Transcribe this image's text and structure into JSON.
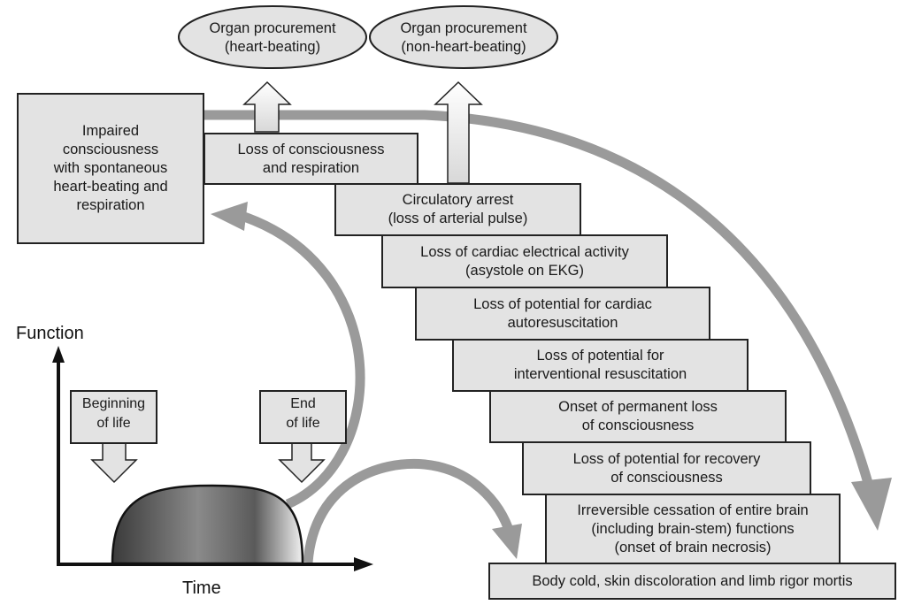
{
  "diagram": {
    "organ_procurement": [
      {
        "label": "Organ procurement\n(heart-beating)"
      },
      {
        "label": "Organ procurement\n(non-heart-beating)"
      }
    ],
    "start_state": {
      "label": "Impaired\nconsciousness\nwith spontaneous\nheart-beating  and\nrespiration"
    },
    "stages": [
      {
        "label": "Loss of consciousness\nand respiration"
      },
      {
        "label": "Circulatory arrest\n(loss of arterial pulse)"
      },
      {
        "label": "Loss of cardiac electrical activity\n(asystole on EKG)"
      },
      {
        "label": "Loss of potential for cardiac\nautoresuscitation"
      },
      {
        "label": "Loss of potential for\ninterventional resuscitation"
      },
      {
        "label": "Onset of permanent loss\nof consciousness"
      },
      {
        "label": "Loss of potential for recovery\nof consciousness"
      },
      {
        "label": "Irreversible cessation of entire brain\n(including brain-stem) functions\n(onset of brain necrosis)"
      },
      {
        "label": "Body cold, skin discoloration and limb rigor mortis"
      }
    ],
    "life_graph": {
      "y_axis_label": "Function",
      "x_axis_label": "Time",
      "markers": [
        {
          "label": "Beginning\nof life"
        },
        {
          "label": "End\nof life"
        }
      ]
    },
    "colors": {
      "box_fill": "#e3e3e3",
      "border": "#222222",
      "arrow_gray": "#9a9a9a",
      "ellipse_fill": "#e3e3e3"
    }
  }
}
